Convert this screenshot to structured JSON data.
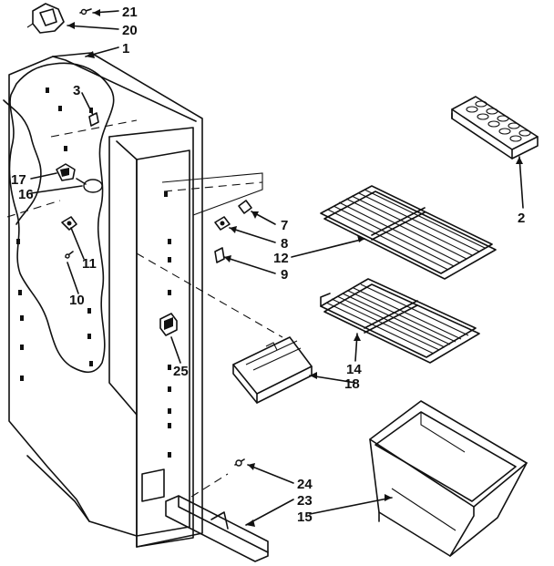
{
  "diagram": {
    "labels": {
      "part_1": "1",
      "part_2": "2",
      "part_3": "3",
      "part_7": "7",
      "part_8": "8",
      "part_9": "9",
      "part_10": "10",
      "part_11": "11",
      "part_12": "12",
      "part_14": "14",
      "part_15": "15",
      "part_16": "16",
      "part_17": "17",
      "part_18": "18",
      "part_20": "20",
      "part_21": "21",
      "part_23": "23",
      "part_24": "24",
      "part_25": "25"
    }
  }
}
